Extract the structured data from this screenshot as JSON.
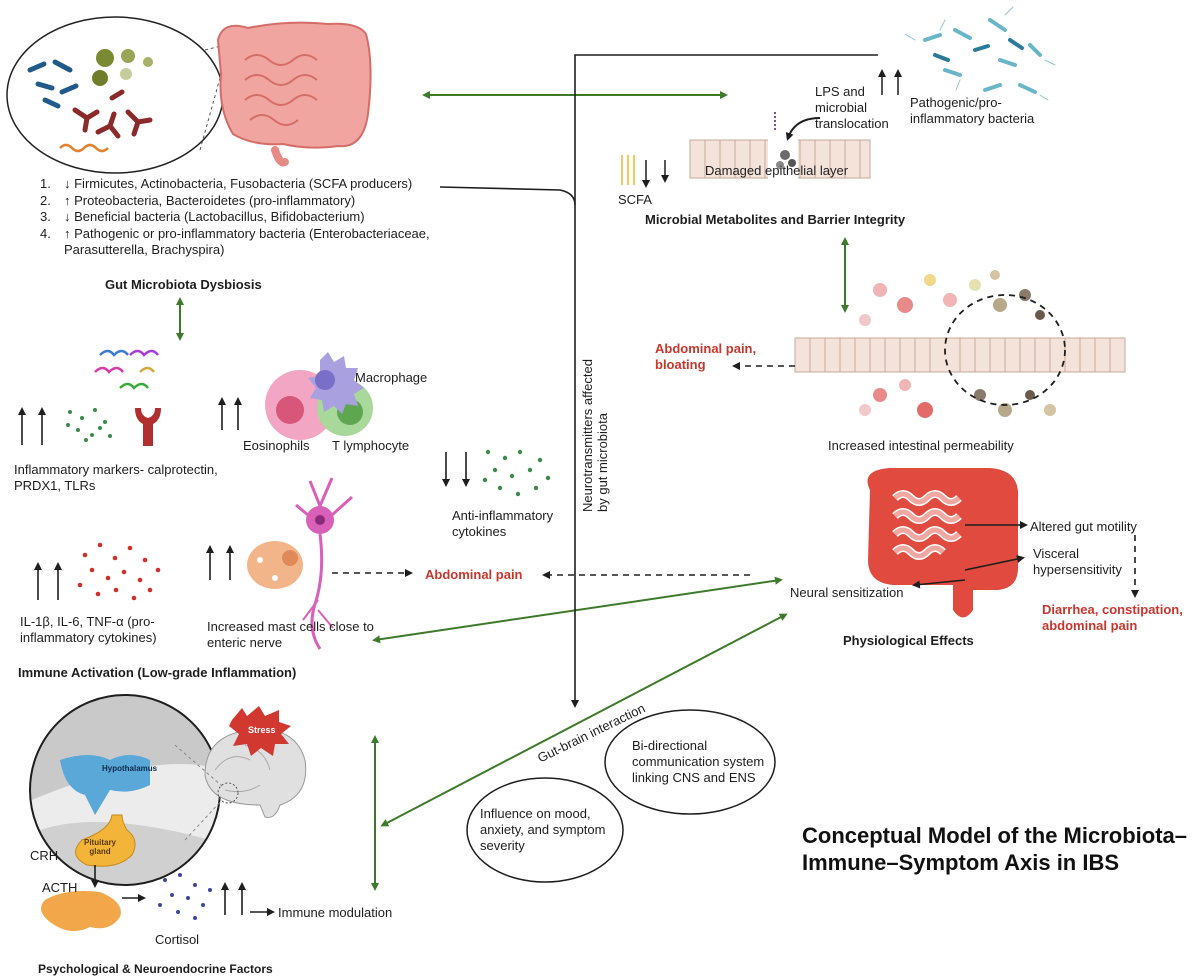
{
  "title": {
    "line1": "Conceptual Model of the Microbiota–",
    "line2": "Immune–Symptom Axis in IBS"
  },
  "gut": {
    "section_label": "Gut Microbiota Dysbiosis",
    "items": [
      {
        "num": "1.",
        "text": "↓ Firmicutes, Actinobacteria, Fusobacteria (SCFA producers)"
      },
      {
        "num": "2.",
        "text": "↑ Proteobacteria, Bacteroidetes (pro-inflammatory)"
      },
      {
        "num": "3.",
        "text": "↓ Beneficial bacteria (Lactobacillus, Bifidobacterium)"
      },
      {
        "num": "4.",
        "text": "↑ Pathogenic or pro-inflammatory bacteria (Enterobacteriaceae,",
        "cont": "Parasutterella, Brachyspira)"
      }
    ]
  },
  "barrier": {
    "lps_line1": "LPS and",
    "lps_line2": "microbial",
    "lps_line3": "translocation",
    "pathogenic_line1": "Pathogenic/pro-",
    "pathogenic_line2": "inflammatory bacteria",
    "scfa": "SCFA",
    "damaged": "Damaged epithelial layer",
    "section_label": "Microbial Metabolites and Barrier Integrity"
  },
  "permeability": {
    "pain_line1": "Abdominal pain,",
    "pain_line2": "bloating",
    "label": "Increased intestinal permeability"
  },
  "immune": {
    "markers_line1": "Inflammatory markers- calprotectin,",
    "markers_line2": "PRDX1, TLRs",
    "macrophage": "Macrophage",
    "eosinophils": "Eosinophils",
    "t_lymphocyte": "T lymphocyte",
    "anti_line1": "Anti-inflammatory",
    "anti_line2": "cytokines",
    "il_line1": "IL-1β, IL-6, TNF-α (pro-",
    "il_line2": "inflammatory cytokines)",
    "mast_line1": "Increased mast cells close to",
    "mast_line2": "enteric nerve",
    "abdominal_pain": "Abdominal pain",
    "section_label": "Immune Activation (Low-grade Inflammation)"
  },
  "physiological": {
    "motility": "Altered gut motility",
    "visceral_line1": "Visceral",
    "visceral_line2": "hypersensitivity",
    "neural": "Neural sensitization",
    "outcome_line1": "Diarrhea, constipation,",
    "outcome_line2": "abdominal pain",
    "section_label": "Physiological Effects"
  },
  "axis": {
    "neuro_line1": "Neurotransmitters affected",
    "neuro_line2": "by gut microbiota",
    "gut_brain": "Gut-brain interaction",
    "bidir_line1": "Bi-directional",
    "bidir_line2": "communication system",
    "bidir_line3": "linking CNS and ENS",
    "mood_line1": "Influence on mood,",
    "mood_line2": "anxiety, and symptom",
    "mood_line3": "severity"
  },
  "neuro": {
    "hypothalamus": "Hypothalamus",
    "pituitary_line1": "Pituitary",
    "pituitary_line2": "gland",
    "stress": "Stress",
    "crh": "CRH",
    "acth": "ACTH",
    "cortisol": "Cortisol",
    "immune_mod": "Immune modulation",
    "section_label": "Psychological & Neuroendocrine Factors"
  },
  "colors": {
    "green_arrow": "#3d7a2a",
    "red_text": "#c8372d",
    "gut_pink": "#f2a7a0",
    "colon_red": "#e04a3f"
  }
}
